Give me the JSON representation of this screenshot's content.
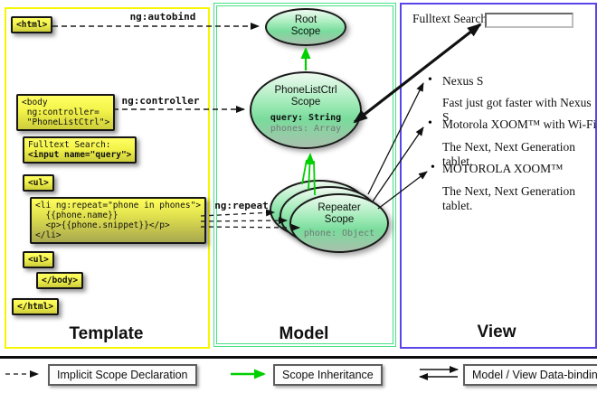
{
  "template": {
    "title": "Template",
    "boxes": {
      "html_open": "<html>",
      "body_open": "<body\n ng:controller=\n \"PhoneListCtrl\">",
      "fulltext_line1": "Fulltext Search:",
      "fulltext_line2": "<input name=\"query\">",
      "ul_open": "<ul>",
      "li_repeat": "<li ng:repeat=\"phone in phones\">\n  {{phone.name}}\n  <p>{{phone.snippet}}</p>\n</li>",
      "ul_close": "<ul>",
      "body_close": "</body>",
      "html_close": "</html>"
    },
    "labels": {
      "autobind": "ng:autobind",
      "controller": "ng:controller",
      "repeat": "ng:repeat"
    }
  },
  "model": {
    "title": "Model",
    "root": {
      "line1": "Root",
      "line2": "Scope"
    },
    "phonelist": {
      "line1": "PhoneListCtrl",
      "line2": "Scope",
      "prop1": "query: String",
      "prop2": "phones: Array"
    },
    "repeater": {
      "line1": "Repeater",
      "line2": "Scope",
      "prop1": "phone: Object"
    }
  },
  "view": {
    "title": "View",
    "search_label": "Fulltext Search:",
    "search_value": "",
    "bullet": "•",
    "items": [
      {
        "title": "Nexus S",
        "desc": "Fast just got faster with Nexus S."
      },
      {
        "title": "Motorola XOOM™ with Wi-Fi",
        "desc": "The Next, Next Generation tablet."
      },
      {
        "title": "MOTOROLA XOOM™",
        "desc": "The Next, Next Generation tablet."
      }
    ]
  },
  "legend": {
    "implicit": "Implicit Scope Declaration",
    "inheritance": "Scope Inheritance",
    "databinding": "Model / View Data-binding"
  },
  "colors": {
    "template_border": "#f6f600",
    "model_border": "#46e086",
    "view_border": "#5a46e8",
    "inheritance_green": "#00cf00"
  }
}
